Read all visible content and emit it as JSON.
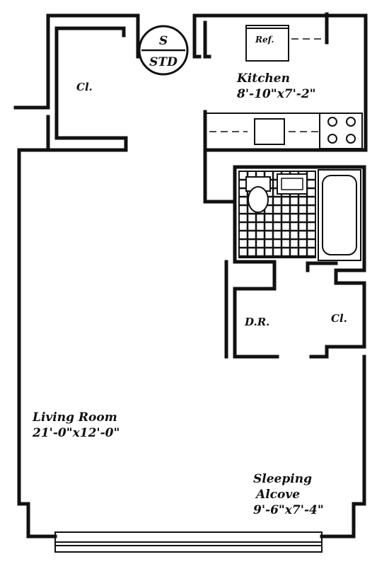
{
  "badge": {
    "top": "S",
    "bottom": "STD"
  },
  "rooms": {
    "closet_left": "Cl.",
    "refrigerator": "Ref.",
    "kitchen_name": "Kitchen",
    "kitchen_dims": "8'-10\"x7'-2\"",
    "dining_room": "D.R.",
    "closet_right": "Cl.",
    "living_name": "Living Room",
    "living_dims": "21'-0\"x12'-0\"",
    "sleeping_name": "Sleeping",
    "alcove_name": "Alcove",
    "alcove_dims": "9'-6\"x7'-4\""
  }
}
